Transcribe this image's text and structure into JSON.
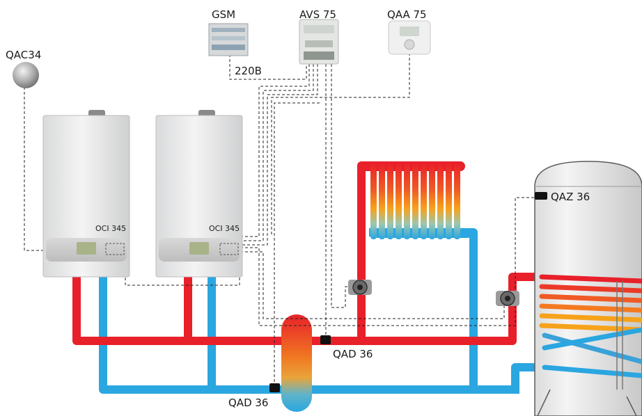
{
  "labels": {
    "qac34": "QAC34",
    "gsm": "GSM",
    "avs75": "AVS 75",
    "qaa75": "QAA 75",
    "voltage": "220B",
    "oci_left": "OCI 345",
    "oci_right": "OCI 345",
    "qaz36": "QAZ 36",
    "qad36_top": "QAD 36",
    "qad36_bottom": "QAD 36"
  },
  "colors": {
    "hot_pipe": "#e8202a",
    "cold_pipe": "#2aa6e0",
    "signal_wire": "#222222",
    "sensor": "#111111"
  }
}
